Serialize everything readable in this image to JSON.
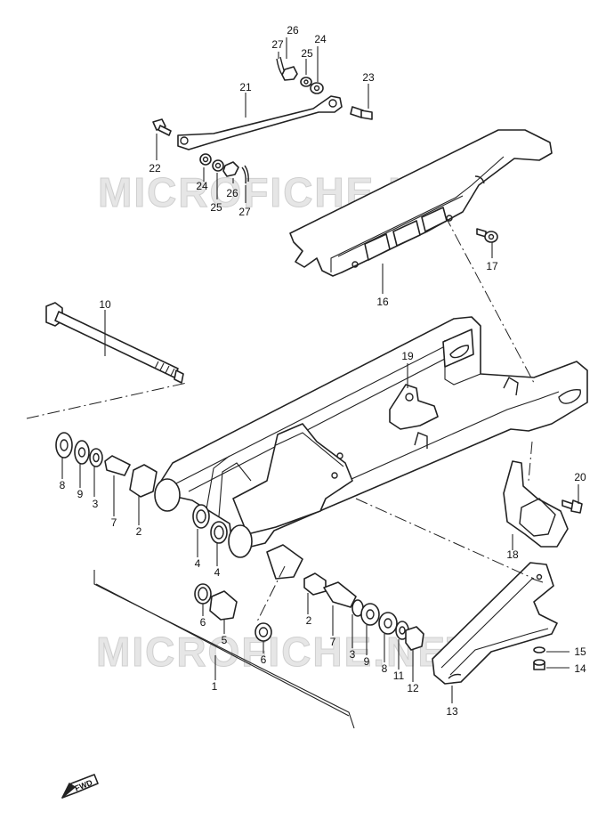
{
  "watermark": "MICROFICHE.NET",
  "fwd_badge": "FWD",
  "callouts": [
    {
      "id": "c1",
      "text": "1"
    },
    {
      "id": "c2a",
      "text": "2"
    },
    {
      "id": "c2b",
      "text": "2"
    },
    {
      "id": "c3a",
      "text": "3"
    },
    {
      "id": "c3b",
      "text": "3"
    },
    {
      "id": "c4a",
      "text": "4"
    },
    {
      "id": "c4b",
      "text": "4"
    },
    {
      "id": "c5",
      "text": "5"
    },
    {
      "id": "c6a",
      "text": "6"
    },
    {
      "id": "c6b",
      "text": "6"
    },
    {
      "id": "c7a",
      "text": "7"
    },
    {
      "id": "c7b",
      "text": "7"
    },
    {
      "id": "c8a",
      "text": "8"
    },
    {
      "id": "c8b",
      "text": "8"
    },
    {
      "id": "c9a",
      "text": "9"
    },
    {
      "id": "c9b",
      "text": "9"
    },
    {
      "id": "c10",
      "text": "10"
    },
    {
      "id": "c11",
      "text": "11"
    },
    {
      "id": "c12",
      "text": "12"
    },
    {
      "id": "c13",
      "text": "13"
    },
    {
      "id": "c14",
      "text": "14"
    },
    {
      "id": "c15",
      "text": "15"
    },
    {
      "id": "c16",
      "text": "16"
    },
    {
      "id": "c17",
      "text": "17"
    },
    {
      "id": "c18",
      "text": "18"
    },
    {
      "id": "c19",
      "text": "19"
    },
    {
      "id": "c20",
      "text": "20"
    },
    {
      "id": "c21",
      "text": "21"
    },
    {
      "id": "c22",
      "text": "22"
    },
    {
      "id": "c23",
      "text": "23"
    },
    {
      "id": "c24a",
      "text": "24"
    },
    {
      "id": "c24b",
      "text": "24"
    },
    {
      "id": "c25a",
      "text": "25"
    },
    {
      "id": "c25b",
      "text": "25"
    },
    {
      "id": "c26a",
      "text": "26"
    },
    {
      "id": "c26b",
      "text": "26"
    },
    {
      "id": "c27a",
      "text": "27"
    },
    {
      "id": "c27b",
      "text": "27"
    }
  ]
}
